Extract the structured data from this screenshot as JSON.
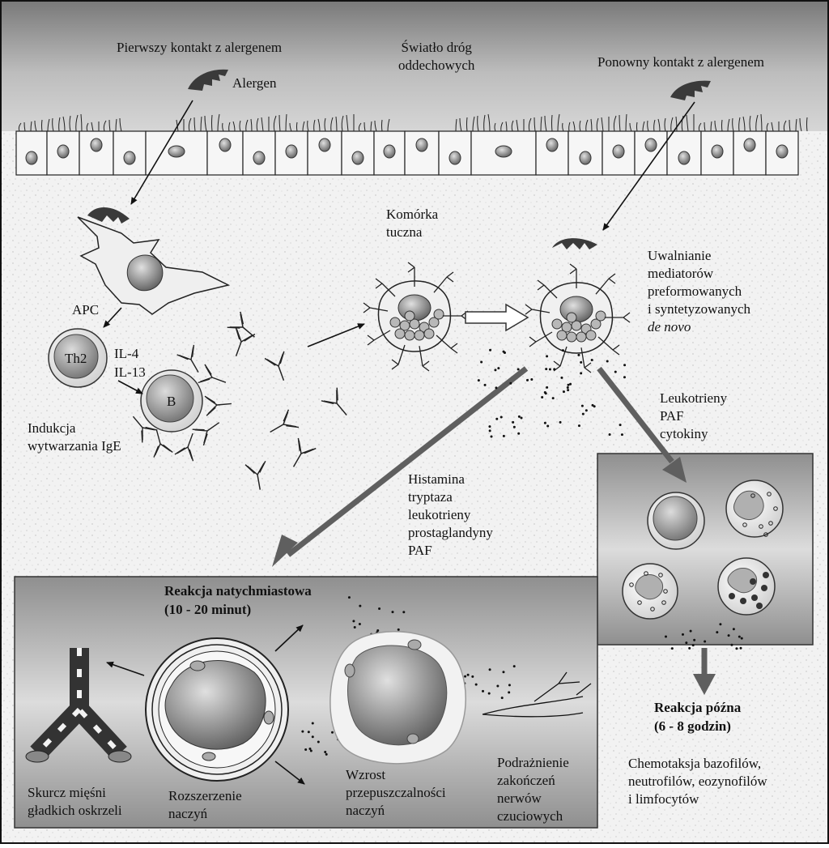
{
  "labels": {
    "first_contact": "Pierwszy kontakt z alergenem",
    "airway_lumen": "Światło dróg\noddechowych",
    "allergen": "Alergen",
    "repeat_contact": "Ponowny kontakt z alergenem",
    "mast_cell": "Komórka\ntuczna",
    "release_mediators": "Uwalnianie\nmediatorów\npreformowanych\ni syntetyzowanych",
    "de_novo": "de novo",
    "apc": "APC",
    "th2": "Th2",
    "il4": "IL-4",
    "il13": "IL-13",
    "b_cell": "B",
    "ige_induction": "Indukcja\nwytwarzania IgE",
    "late_mediators": "Leukotrieny\nPAF\ncytokiny",
    "early_mediators": "Histamina\ntryptaza\nleukotrieny\nprostaglandyny\nPAF",
    "immediate_title": "Reakcja natychmiastowa",
    "immediate_time": "(10 - 20 minut)",
    "bronchospasm": "Skurcz mięśni\ngładkich oskrzeli",
    "vasodilation": "Rozszerzenie\nnaczyń",
    "permeability": "Wzrost\nprzepuszczalności\nnaczyń",
    "nerve_irritation": "Podrażnienie\nzakończeń\nnerwów\nczuciowych",
    "late_title": "Reakcja późna",
    "late_time": "(6 - 8 godzin)",
    "chemotaxis": "Chemotaksja bazofilów,\nneutrofilów, eozynofilów\ni limfocytów"
  },
  "colors": {
    "border": "#111111",
    "panel_gray": "#a9a9a9",
    "dark_gray": "#3d3d3d",
    "cell_fill": "#f4f4f4",
    "nucleus": "#8a8a8a",
    "arrow_gray": "#6a6a6a"
  }
}
